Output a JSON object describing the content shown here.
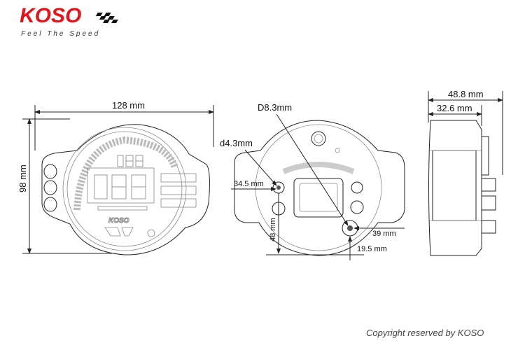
{
  "brand": {
    "name": "KOSO",
    "tagline": "Feel The Speed",
    "accent": "#e4141b"
  },
  "front_view": {
    "width_label": "128 mm",
    "height_label": "98 mm"
  },
  "rear_view": {
    "bolt_diameter_label": "D8.3mm",
    "hole_diameter_label": "d4.3mm",
    "offset_label": "34.5 mm",
    "vertical_label": "48 mm",
    "horizontal_label": "39 mm",
    "bottom_offset_label": "19.5 mm"
  },
  "side_view": {
    "total_depth_label": "48.8 mm",
    "body_depth_label": "32.6 mm"
  },
  "footer": {
    "copyright": "Copyright reserved by KOSO"
  }
}
